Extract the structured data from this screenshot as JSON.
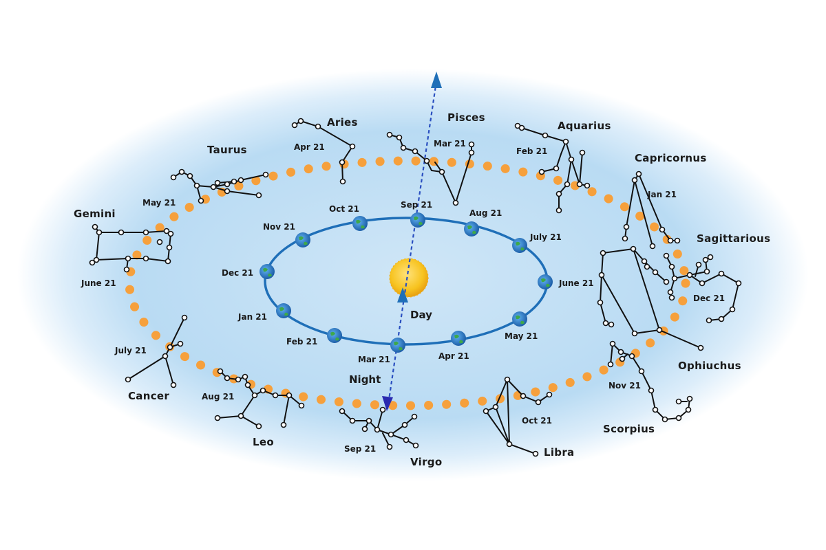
{
  "colors": {
    "background": "#ffffff",
    "sky_outer": "#ffffff",
    "sky_inner": "#cfe6f7",
    "ecliptic_dots": "#f6a03c",
    "orbit": "#1f6fb8",
    "sun": "#f7c31f",
    "arrow_day": "#1f6fb8",
    "arrow_night": "#2a2ab0"
  },
  "sun_label": "Day",
  "night_label": "Night",
  "orbit_months": [
    {
      "label": "Sep 21",
      "icon": "earth-icon"
    },
    {
      "label": "Aug 21",
      "icon": "earth-icon"
    },
    {
      "label": "July 21",
      "icon": "earth-icon"
    },
    {
      "label": "June 21",
      "icon": "earth-icon"
    },
    {
      "label": "May 21",
      "icon": "earth-icon"
    },
    {
      "label": "Apr 21",
      "icon": "earth-icon"
    },
    {
      "label": "Mar 21",
      "icon": "earth-icon"
    },
    {
      "label": "Feb 21",
      "icon": "earth-icon"
    },
    {
      "label": "Jan 21",
      "icon": "earth-icon"
    },
    {
      "label": "Dec 21",
      "icon": "earth-icon"
    },
    {
      "label": "Nov 21",
      "icon": "earth-icon"
    },
    {
      "label": "Oct 21",
      "icon": "earth-icon"
    }
  ],
  "constellations": [
    {
      "name": "Aries",
      "date": "Apr 21"
    },
    {
      "name": "Pisces",
      "date": "Mar 21"
    },
    {
      "name": "Aquarius",
      "date": "Feb 21"
    },
    {
      "name": "Capricornus",
      "date": "Jan 21"
    },
    {
      "name": "Sagittarious",
      "date": "Dec 21"
    },
    {
      "name": "Ophiuchus",
      "date": ""
    },
    {
      "name": "Scorpius",
      "date": "Nov 21"
    },
    {
      "name": "Libra",
      "date": "Oct 21"
    },
    {
      "name": "Virgo",
      "date": "Sep 21"
    },
    {
      "name": "Leo",
      "date": "Aug 21"
    },
    {
      "name": "Cancer",
      "date": "July 21"
    },
    {
      "name": "Gemini",
      "date": "June 21"
    },
    {
      "name": "Taurus",
      "date": "May 21"
    }
  ]
}
